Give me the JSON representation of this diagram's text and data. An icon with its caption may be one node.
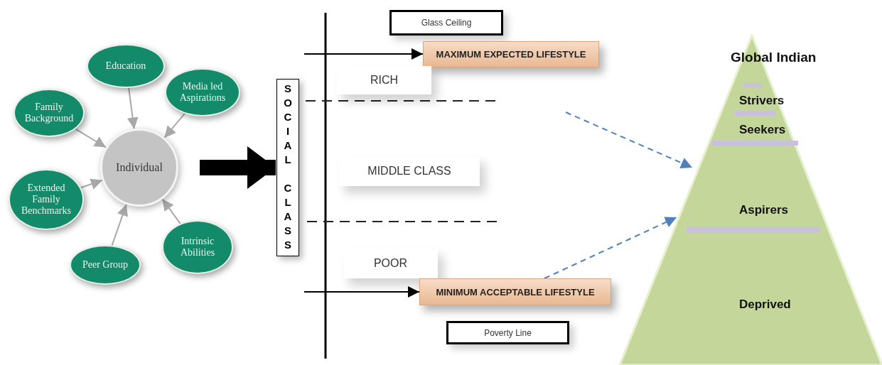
{
  "diagram": {
    "nodes": [
      {
        "text": [
          "Individual"
        ]
      },
      {
        "text": [
          "Education"
        ]
      },
      {
        "text": [
          "Media led Aspirations"
        ]
      },
      {
        "text": [
          "Family Background"
        ]
      },
      {
        "text": [
          "Extended Family Benchmarks"
        ]
      },
      {
        "text": [
          "Intrinsic Abilities"
        ]
      },
      {
        "text": [
          "Peer Group"
        ]
      },
      {
        "text": [
          "SOCIAL CLASS"
        ]
      },
      {
        "text": [
          "Glass Ceiling"
        ]
      },
      {
        "text": [
          "MAXIMUM EXPECTED LIFESTYLE"
        ]
      },
      {
        "text": [
          "RICH"
        ]
      },
      {
        "text": [
          "MIDDLE CLASS"
        ]
      },
      {
        "text": [
          "POOR"
        ]
      },
      {
        "text": [
          "MINIMUM ACCEPTABLE LIFESTYLE"
        ]
      },
      {
        "text": [
          "Poverty Line"
        ]
      },
      {
        "text": [
          "Global Indian",
          "Strivers",
          "Seekers",
          "Aspirers",
          "Deprived"
        ]
      }
    ],
    "edges": [
      {
        "from": 1,
        "to": 0,
        "arrow": "to"
      },
      {
        "from": 2,
        "to": 0,
        "arrow": "to"
      },
      {
        "from": 3,
        "to": 0,
        "arrow": "to"
      },
      {
        "from": 4,
        "to": 0,
        "arrow": "to"
      },
      {
        "from": 5,
        "to": 0,
        "arrow": "to"
      },
      {
        "from": 6,
        "to": 0,
        "arrow": "to"
      },
      {
        "from": 0,
        "to": 7,
        "arrow": "to",
        "style": "thick",
        "color": "#000000"
      },
      {
        "from": null,
        "to": 9,
        "arrow": "to",
        "color": "#000000"
      },
      {
        "from": null,
        "to": 13,
        "arrow": "to",
        "color": "#000000"
      },
      {
        "from": null,
        "to": 15,
        "arrow": "to",
        "style": "dashed",
        "color": "#4f81bd"
      },
      {
        "from": 13,
        "to": 15,
        "arrow": "to",
        "style": "dashed",
        "color": "#4f81bd"
      }
    ]
  }
}
